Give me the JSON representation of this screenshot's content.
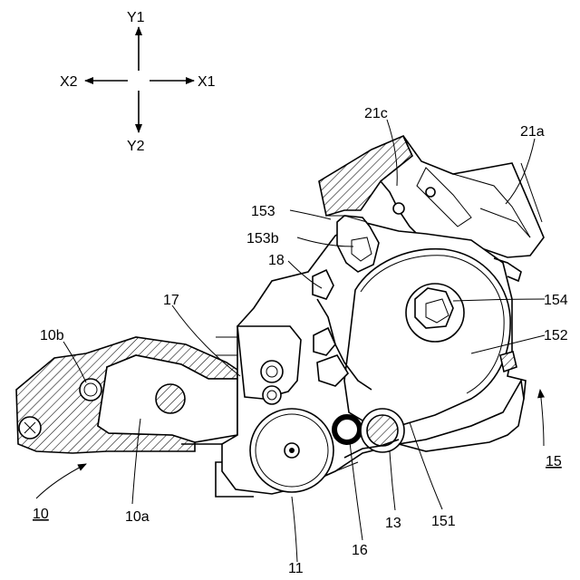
{
  "direction_arrows": {
    "y1": "Y1",
    "y2": "Y2",
    "x1": "X1",
    "x2": "X2"
  },
  "labels": {
    "l21c": "21c",
    "l21a": "21a",
    "l153": "153",
    "l153b": "153b",
    "l18": "18",
    "l154": "154",
    "l17": "17",
    "l152": "152",
    "l10b": "10b",
    "l15": "15",
    "l10": "10",
    "l10a": "10a",
    "l151": "151",
    "l13": "13",
    "l16": "16",
    "l11": "11"
  }
}
